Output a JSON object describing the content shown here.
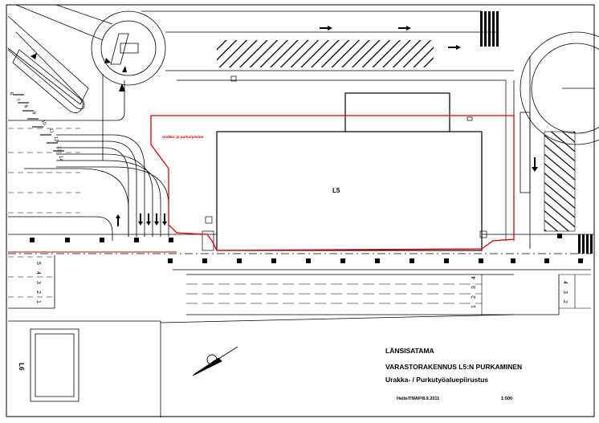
{
  "plan": {
    "building_label": "L5",
    "side_building_label": "L6",
    "work_area_label": "Urakka- ja purkutyöalue",
    "lane_numbers_left_top": [
      "6",
      "7",
      "8",
      "9",
      "10",
      "11",
      "12",
      "13",
      "14"
    ],
    "lane_numbers_left_bottom": [
      "5",
      "4",
      "3",
      "2",
      "1"
    ],
    "lane_numbers_center": [
      "4",
      "3",
      "2",
      "1"
    ],
    "lane_numbers_right": [
      "4",
      "3",
      "2"
    ],
    "colors": {
      "work_boundary": "#e00000",
      "linework": "#000000",
      "background": "#ffffff"
    }
  },
  "title_block": {
    "place": "LÄNSISATAMA",
    "project": "VARASTORAKENNUS L5:N PURKAMINEN",
    "drawing": "Urakka- / Purkutyöaluepiirustus",
    "author_date": "Helte/TMAP/8.9.2011",
    "scale": "1:500"
  }
}
